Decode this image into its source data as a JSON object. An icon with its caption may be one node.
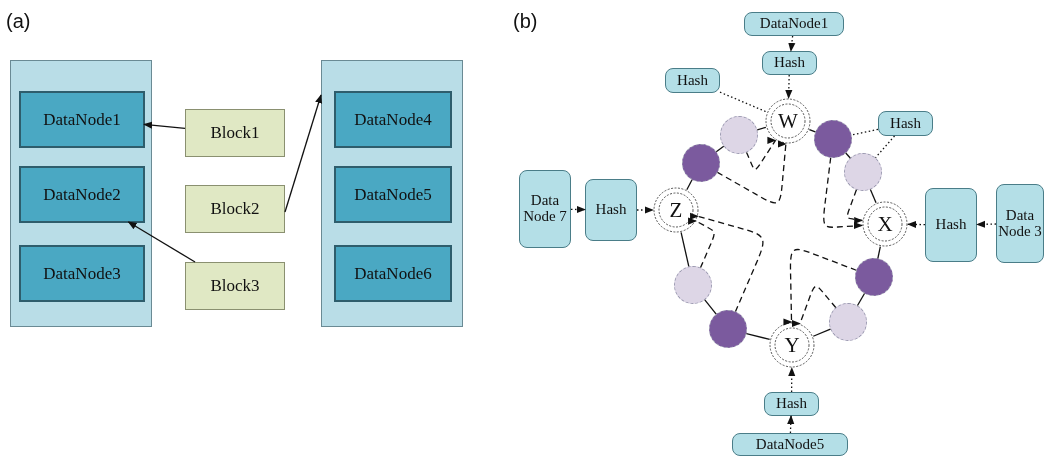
{
  "diagram": {
    "nodes": [
      {
        "text": [],
        "shape": "box"
      },
      {
        "text": [
          "DataNode1"
        ],
        "in": 0
      },
      {
        "text": [
          "DataNode2"
        ],
        "in": 0
      },
      {
        "text": [
          "DataNode3"
        ],
        "in": 0
      },
      {
        "text": [
          "Block1"
        ]
      },
      {
        "text": [
          "Block2"
        ]
      },
      {
        "text": [
          "Block3"
        ]
      },
      {
        "text": [],
        "shape": "box"
      },
      {
        "text": [
          "DataNode4"
        ],
        "in": 7
      },
      {
        "text": [
          "DataNode5"
        ],
        "in": 7
      },
      {
        "text": [
          "DataNode6"
        ],
        "in": 7
      },
      {
        "text": [
          "DataNode1"
        ]
      },
      {
        "text": [
          "Hash"
        ]
      },
      {
        "text": [
          "Hash"
        ]
      },
      {
        "text": [
          "W"
        ]
      },
      {
        "text": [
          "Hash"
        ]
      },
      {
        "text": [],
        "shape": "circle"
      },
      {
        "text": [],
        "shape": "circle"
      },
      {
        "text": [],
        "shape": "circle"
      },
      {
        "text": [],
        "shape": "circle"
      },
      {
        "text": [
          "Data Node 7"
        ]
      },
      {
        "text": [
          "Hash"
        ]
      },
      {
        "text": [
          "Z"
        ]
      },
      {
        "text": [
          "X"
        ]
      },
      {
        "text": [
          "Hash"
        ]
      },
      {
        "text": [
          "Data Node 3"
        ]
      },
      {
        "text": [],
        "shape": "circle"
      },
      {
        "text": [],
        "shape": "circle"
      },
      {
        "text": [],
        "shape": "circle"
      },
      {
        "text": [],
        "shape": "circle"
      },
      {
        "text": [
          "Y"
        ]
      },
      {
        "text": [
          "Hash"
        ]
      },
      {
        "text": [
          "DataNode5"
        ]
      }
    ],
    "edges": [
      {
        "from": 4,
        "to": 1,
        "arrow": "to"
      },
      {
        "from": 6,
        "to": 2,
        "arrow": "to"
      },
      {
        "from": 5,
        "to": 7,
        "arrow": "to"
      },
      {
        "from": 11,
        "to": 12,
        "arrow": "to",
        "style": "dashed"
      },
      {
        "from": 12,
        "to": 14,
        "arrow": "to",
        "style": "dashed"
      },
      {
        "from": 13,
        "to": 14,
        "arrow": "none",
        "style": "dashed"
      },
      {
        "from": 15,
        "to": 17,
        "arrow": "none",
        "style": "dashed"
      },
      {
        "from": 15,
        "to": 19,
        "arrow": "none",
        "style": "dashed"
      },
      {
        "from": 20,
        "to": 21,
        "arrow": "to",
        "style": "dashed"
      },
      {
        "from": 21,
        "to": 22,
        "arrow": "to",
        "style": "dashed"
      },
      {
        "from": 25,
        "to": 24,
        "arrow": "to",
        "style": "dashed"
      },
      {
        "from": 24,
        "to": 23,
        "arrow": "to",
        "style": "dashed"
      },
      {
        "from": 32,
        "to": 31,
        "arrow": "to",
        "style": "dashed"
      },
      {
        "from": 31,
        "to": 30,
        "arrow": "to",
        "style": "dashed"
      },
      {
        "from": 14,
        "to": 16,
        "arrow": "none"
      },
      {
        "from": 16,
        "to": 18,
        "arrow": "none"
      },
      {
        "from": 18,
        "to": 22,
        "arrow": "none"
      },
      {
        "from": 14,
        "to": 17,
        "arrow": "none"
      },
      {
        "from": 17,
        "to": 19,
        "arrow": "none"
      },
      {
        "from": 19,
        "to": 23,
        "arrow": "none"
      },
      {
        "from": 23,
        "to": 26,
        "arrow": "none"
      },
      {
        "from": 26,
        "to": 28,
        "arrow": "none"
      },
      {
        "from": 28,
        "to": 30,
        "arrow": "none"
      },
      {
        "from": 30,
        "to": 29,
        "arrow": "none"
      },
      {
        "from": 29,
        "to": 27,
        "arrow": "none"
      },
      {
        "from": 27,
        "to": 22,
        "arrow": "none"
      },
      {
        "from": 16,
        "to": 14,
        "arrow": "to",
        "style": "dashed"
      },
      {
        "from": 18,
        "to": 14,
        "arrow": "to",
        "style": "dashed"
      },
      {
        "from": 17,
        "to": 23,
        "arrow": "to",
        "style": "dashed"
      },
      {
        "from": 19,
        "to": 23,
        "arrow": "to",
        "style": "dashed"
      },
      {
        "from": 26,
        "to": 30,
        "arrow": "to",
        "style": "dashed"
      },
      {
        "from": 28,
        "to": 30,
        "arrow": "to",
        "style": "dashed"
      },
      {
        "from": 27,
        "to": 22,
        "arrow": "to",
        "style": "dashed"
      },
      {
        "from": 29,
        "to": 22,
        "arrow": "to",
        "style": "dashed"
      }
    ],
    "labels": [
      "(a)",
      "(b)"
    ]
  }
}
